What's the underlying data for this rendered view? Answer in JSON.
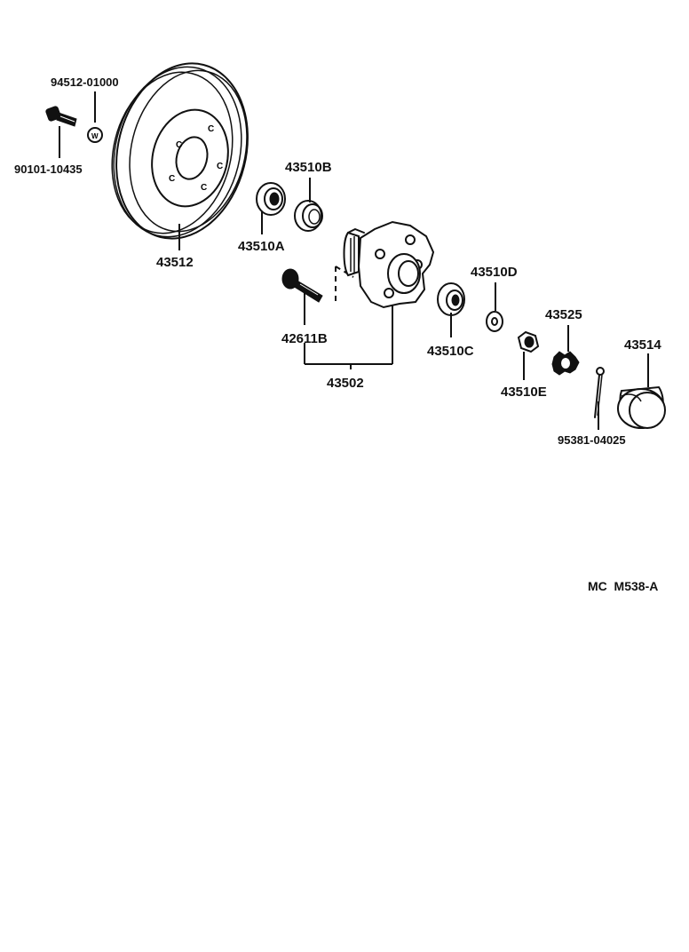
{
  "parts": [
    {
      "id": "p94512",
      "number": "94512-01000",
      "icon": "washer-icon"
    },
    {
      "id": "p90101",
      "number": "90101-10435",
      "icon": "bolt-icon"
    },
    {
      "id": "p43512",
      "number": "43512",
      "icon": "brake-disc-icon"
    },
    {
      "id": "p43510B",
      "number": "43510B",
      "icon": "bearing-cup-icon"
    },
    {
      "id": "p43510A",
      "number": "43510A",
      "icon": "bearing-cone-icon"
    },
    {
      "id": "p42611B",
      "number": "42611B",
      "icon": "hub-bolt-icon"
    },
    {
      "id": "p43502",
      "number": "43502",
      "icon": "axle-hub-icon"
    },
    {
      "id": "p43510C",
      "number": "43510C",
      "icon": "bearing-cone-icon"
    },
    {
      "id": "p43510D",
      "number": "43510D",
      "icon": "thrust-washer-icon"
    },
    {
      "id": "p43510E",
      "number": "43510E",
      "icon": "nut-icon"
    },
    {
      "id": "p43525",
      "number": "43525",
      "icon": "nut-lock-cap-icon"
    },
    {
      "id": "p43514",
      "number": "43514",
      "icon": "grease-cap-icon"
    },
    {
      "id": "p95381",
      "number": "95381-04025",
      "icon": "cotter-pin-icon"
    }
  ],
  "diagram_code": "MC  M538-A"
}
